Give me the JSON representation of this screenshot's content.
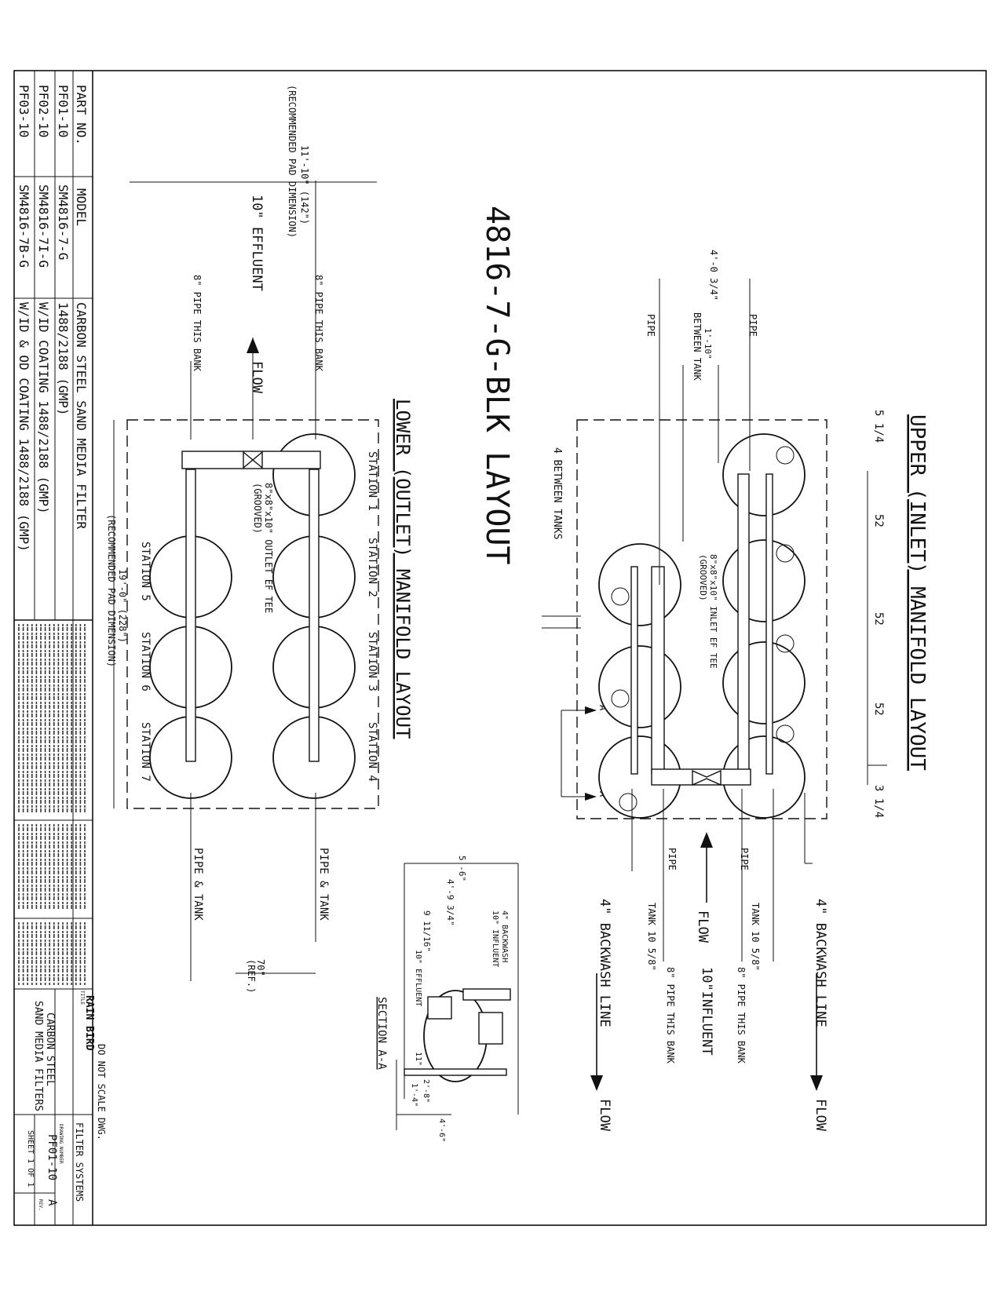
{
  "drawing_title": "4816-7-G-BLK LAYOUT",
  "upper_title": "UPPER (INLET) MANIFOLD LAYOUT",
  "lower_title": "LOWER (OUTLET) MANIFOLD LAYOUT",
  "upper": {
    "dim_left": "5 1/4",
    "dim_52": "52",
    "dim_right": "3 1/4",
    "between_tanks_top": "4'-0 3/4\"",
    "between_tanks_mid": "1'-10\"",
    "between_tank_label": "BETWEEN TANK",
    "cl_pipe_1": "PIPE",
    "cl_pipe_2": "PIPE",
    "four_between": "4 BETWEEN TANKS",
    "inlet_tee_1": "8\"x8\"x10\" INLET EF TEE",
    "inlet_tee_2": "(GROOVED)",
    "pipe_right_1": "PIPE",
    "pipe_right_2": "PIPE",
    "tank_10_top": "TANK 10 5/8\"",
    "tank_10_bot": "TANK 10 5/8\"",
    "pipe8_top": "8\" PIPE THIS BANK",
    "pipe8_bot": "8\" PIPE THIS BANK",
    "backwash_top": "4\" BACKWASH LINE",
    "backwash_bot": "4\" BACKWASH LINE",
    "flow_mid": "FLOW",
    "influent": "10\"INFLUENT",
    "flow_top": "FLOW",
    "flow_bot": "FLOW",
    "section_a": "A"
  },
  "lower": {
    "pad_1": "11'-10\" (142\")",
    "pad_2": "(RECOMMENDED PAD DIMENSION)",
    "effluent": "10\" EFFLUENT",
    "flow": "FLOW",
    "pipe_bank_top": "8\" PIPE THIS BANK",
    "pipe_bank_bot": "8\" PIPE THIS BANK",
    "outlet_tee_1": "8\"x8\"x10\" OUTLET EF TEE",
    "outlet_tee_2": "(GROOVED)",
    "pad_3": "19'-0\" (228\")",
    "pad_4": "(RECOMMENDED PAD DIMENSION)",
    "stations": [
      "STATION 1",
      "STATION 2",
      "STATION 3",
      "STATION 4",
      "STATION 5",
      "STATION 6",
      "STATION 7"
    ],
    "pipe_tank_top": "PIPE & TANK",
    "pipe_tank_bot": "PIPE & TANK",
    "ref_1": "70\"",
    "ref_2": "(REF.)"
  },
  "section": {
    "title": "SECTION A-A",
    "d1": "5'-6\"",
    "d2": "4'-9 3/4\"",
    "d3": "9 11/16\"",
    "backwash": "4\" BACKWASH",
    "influent": "10\" INFLUENT",
    "effluent": "10\" EFFLUENT",
    "d4": "11\"",
    "d5": "2'-8\"",
    "d6": "1'-4\"",
    "d7": "4'-6\""
  },
  "table": {
    "headers": [
      "PART NO.",
      "MODEL",
      "CARBON STEEL SAND MEDIA FILTER"
    ],
    "rows": [
      [
        "PF01-10",
        "SM4816-7-G",
        "1488/2188 (GMP)"
      ],
      [
        "PF02-10",
        "SM4816-7I-G",
        "W/ID COATING 1488/2188 (GMP)"
      ],
      [
        "PF03-10",
        "SM4816-7B-G",
        "W/ID & OD COATING 1488/2188 (GMP)"
      ]
    ]
  },
  "title_block": {
    "do_not_scale": "DO NOT SCALE DWG.",
    "company": "RAIN BIRD",
    "filter_systems": "FILTER SYSTEMS",
    "title_1": "CARBON STEEL",
    "title_2": "SAND MEDIA FILTERS",
    "drawing_no": "PF01-10",
    "rev": "A",
    "sheet": "SHEET 1 OF 1",
    "title_label": "TITLE",
    "drawing_no_label": "DRAWING NUMBER",
    "rev_label": "REV."
  }
}
